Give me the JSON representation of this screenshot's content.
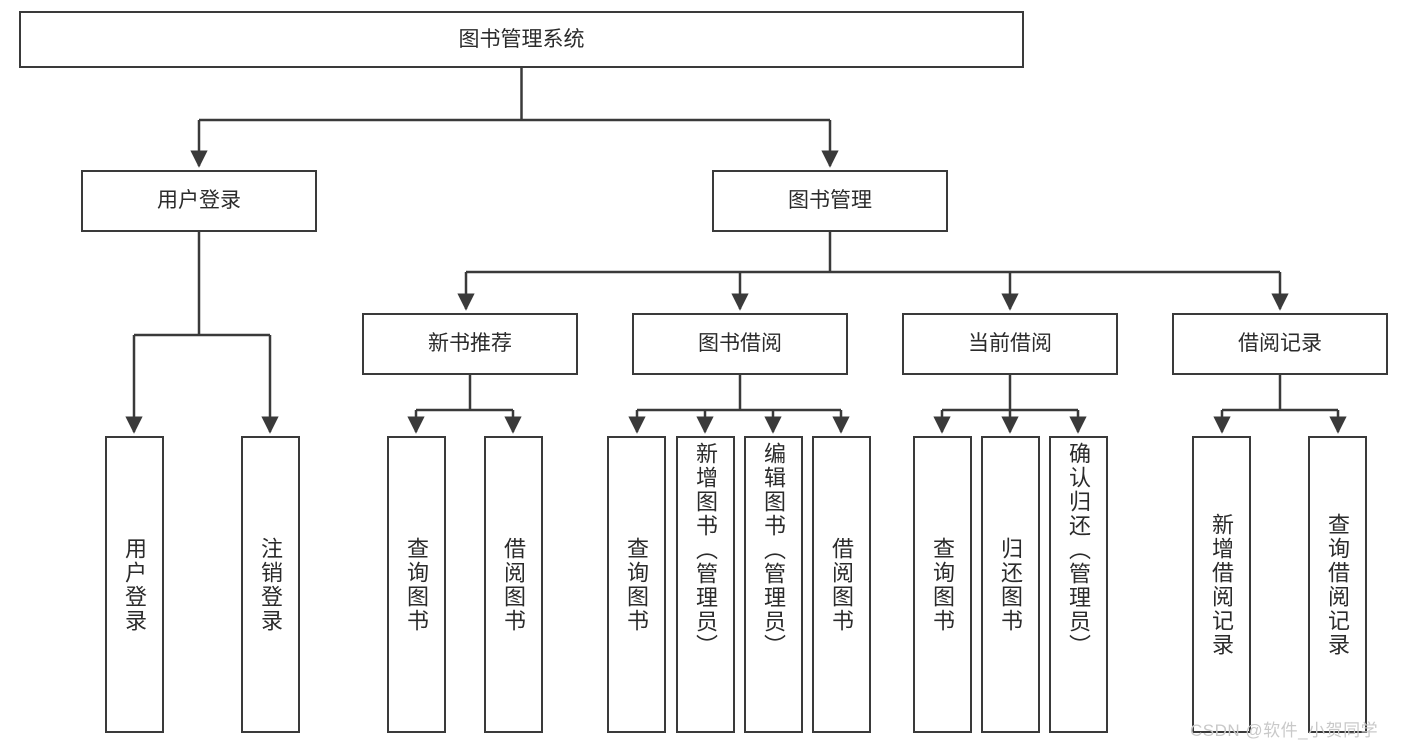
{
  "diagram": {
    "type": "tree",
    "title": "图书管理系统",
    "orientation": "top-down",
    "root": {
      "id": "root",
      "label": "图书管理系统"
    },
    "level2": [
      {
        "id": "user-login",
        "label": "用户登录"
      },
      {
        "id": "book-management",
        "label": "图书管理"
      }
    ],
    "level3": [
      {
        "id": "new-book-recommend",
        "label": "新书推荐",
        "parent": "book-management"
      },
      {
        "id": "book-borrow",
        "label": "图书借阅",
        "parent": "book-management"
      },
      {
        "id": "current-borrow",
        "label": "当前借阅",
        "parent": "book-management"
      },
      {
        "id": "borrow-record",
        "label": "借阅记录",
        "parent": "book-management"
      }
    ],
    "leaves": [
      {
        "id": "leaf-user-login",
        "label": "用户登录",
        "parent": "user-login"
      },
      {
        "id": "leaf-logout",
        "label": "注销登录",
        "parent": "user-login"
      },
      {
        "id": "leaf-query-book-1",
        "label": "查询图书",
        "parent": "new-book-recommend"
      },
      {
        "id": "leaf-borrow-book-1",
        "label": "借阅图书",
        "parent": "new-book-recommend"
      },
      {
        "id": "leaf-query-book-2",
        "label": "查询图书",
        "parent": "book-borrow"
      },
      {
        "id": "leaf-add-book",
        "label": "新增图书（管理员）",
        "parent": "book-borrow"
      },
      {
        "id": "leaf-edit-book",
        "label": "编辑图书（管理员）",
        "parent": "book-borrow"
      },
      {
        "id": "leaf-borrow-book-2",
        "label": "借阅图书",
        "parent": "book-borrow"
      },
      {
        "id": "leaf-query-book-3",
        "label": "查询图书",
        "parent": "current-borrow"
      },
      {
        "id": "leaf-return-book",
        "label": "归还图书",
        "parent": "current-borrow"
      },
      {
        "id": "leaf-confirm-return",
        "label": "确认归还（管理员）",
        "parent": "current-borrow"
      },
      {
        "id": "leaf-add-record",
        "label": "新增借阅记录",
        "parent": "borrow-record"
      },
      {
        "id": "leaf-query-record",
        "label": "查询借阅记录",
        "parent": "borrow-record"
      }
    ]
  },
  "watermark": {
    "text": "CSDN @软件_小贺同学",
    "color": "#c9c9c9"
  },
  "colors": {
    "box_border": "#3a3a3a",
    "box_fill": "#ffffff",
    "connector": "#3a3a3a",
    "text": "#2b2b2b",
    "background": "#ffffff"
  }
}
